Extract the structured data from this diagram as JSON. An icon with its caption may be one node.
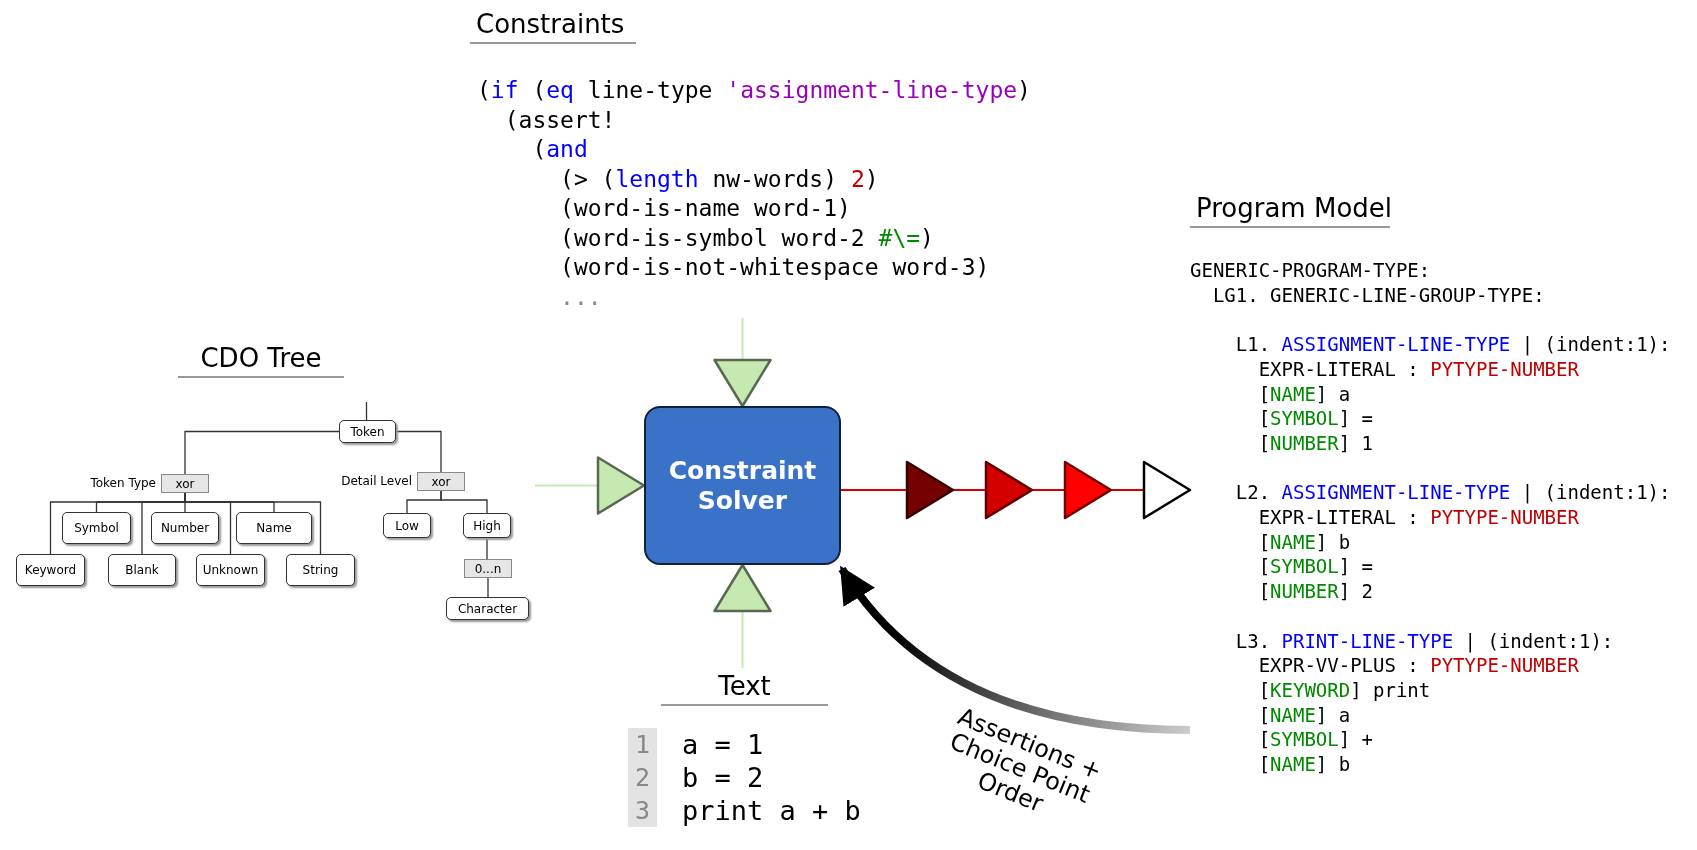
{
  "diagram": {
    "nodes": [
      {
        "text": [
          "Constraints",
          "(if (eq line-type 'assignment-line-type)",
          "(assert!",
          "(and",
          "(> (length nw-words) 2)",
          "(word-is-name word-1)",
          "(word-is-symbol word-2 #\\=)",
          "(word-is-not-whitespace word-3)",
          "..."
        ]
      },
      {
        "text": [
          "CDO Tree"
        ]
      },
      {
        "text": [
          "Token"
        ],
        "in": 1
      },
      {
        "text": [
          "xor"
        ],
        "in": 1,
        "beside": [
          "Token Type"
        ]
      },
      {
        "text": [
          "Keyword"
        ],
        "in": 1
      },
      {
        "text": [
          "Symbol"
        ],
        "in": 1
      },
      {
        "text": [
          "Blank"
        ],
        "in": 1
      },
      {
        "text": [
          "Number"
        ],
        "in": 1
      },
      {
        "text": [
          "Unknown"
        ],
        "in": 1
      },
      {
        "text": [
          "Name"
        ],
        "in": 1
      },
      {
        "text": [
          "String"
        ],
        "in": 1
      },
      {
        "text": [
          "xor"
        ],
        "in": 1,
        "beside": [
          "Detail Level"
        ]
      },
      {
        "text": [
          "Low"
        ],
        "in": 1
      },
      {
        "text": [
          "High"
        ],
        "in": 1
      },
      {
        "text": [
          "0...n"
        ],
        "in": 1
      },
      {
        "text": [
          "Character"
        ],
        "in": 1
      },
      {
        "text": [
          "Constraint Solver"
        ]
      },
      {
        "text": [
          "Text",
          "1",
          "a = 1",
          "2",
          "b = 2",
          "3",
          "print a + b"
        ]
      },
      {
        "text": [
          "Program Model",
          "GENERIC-PROGRAM-TYPE:",
          "LG1. GENERIC-LINE-GROUP-TYPE:",
          "L1. ASSIGNMENT-LINE-TYPE | (indent:1):",
          "EXPR-LITERAL : PYTYPE-NUMBER",
          "[NAME] a",
          "[SYMBOL] =",
          "[NUMBER] 1",
          "L2. ASSIGNMENT-LINE-TYPE | (indent:1):",
          "EXPR-LITERAL : PYTYPE-NUMBER",
          "[NAME] b",
          "[SYMBOL] =",
          "[NUMBER] 2",
          "L3. PRINT-LINE-TYPE | (indent:1):",
          "EXPR-VV-PLUS : PYTYPE-NUMBER",
          "[KEYWORD] print",
          "[NAME] a",
          "[SYMBOL] +",
          "[NAME] b"
        ]
      }
    ],
    "edges": [
      {
        "from": null,
        "to": 2,
        "arrow": "none"
      },
      {
        "from": 2,
        "to": 3,
        "arrow": "none"
      },
      {
        "from": 2,
        "to": 11,
        "arrow": "none"
      },
      {
        "from": 3,
        "to": 4,
        "arrow": "none"
      },
      {
        "from": 3,
        "to": 5,
        "arrow": "none"
      },
      {
        "from": 3,
        "to": 6,
        "arrow": "none"
      },
      {
        "from": 3,
        "to": 7,
        "arrow": "none"
      },
      {
        "from": 3,
        "to": 8,
        "arrow": "none"
      },
      {
        "from": 3,
        "to": 9,
        "arrow": "none"
      },
      {
        "from": 3,
        "to": 10,
        "arrow": "none"
      },
      {
        "from": 11,
        "to": 12,
        "arrow": "none"
      },
      {
        "from": 11,
        "to": 13,
        "arrow": "none"
      },
      {
        "from": 13,
        "to": 14,
        "arrow": "none"
      },
      {
        "from": 14,
        "to": 15,
        "arrow": "none"
      },
      {
        "from": 0,
        "to": 16,
        "arrow": "to",
        "color": "#c6e9b2"
      },
      {
        "from": 1,
        "to": 16,
        "arrow": "to",
        "color": "#c6e9b2"
      },
      {
        "from": 17,
        "to": 16,
        "arrow": "to",
        "color": "#c6e9b2"
      },
      {
        "from": 16,
        "to": 18,
        "arrow": "to",
        "color": "#d40000"
      },
      {
        "from": 18,
        "to": 16,
        "arrow": "to",
        "label": "Assertions + Choice Point Order",
        "style": "thick"
      }
    ]
  }
}
